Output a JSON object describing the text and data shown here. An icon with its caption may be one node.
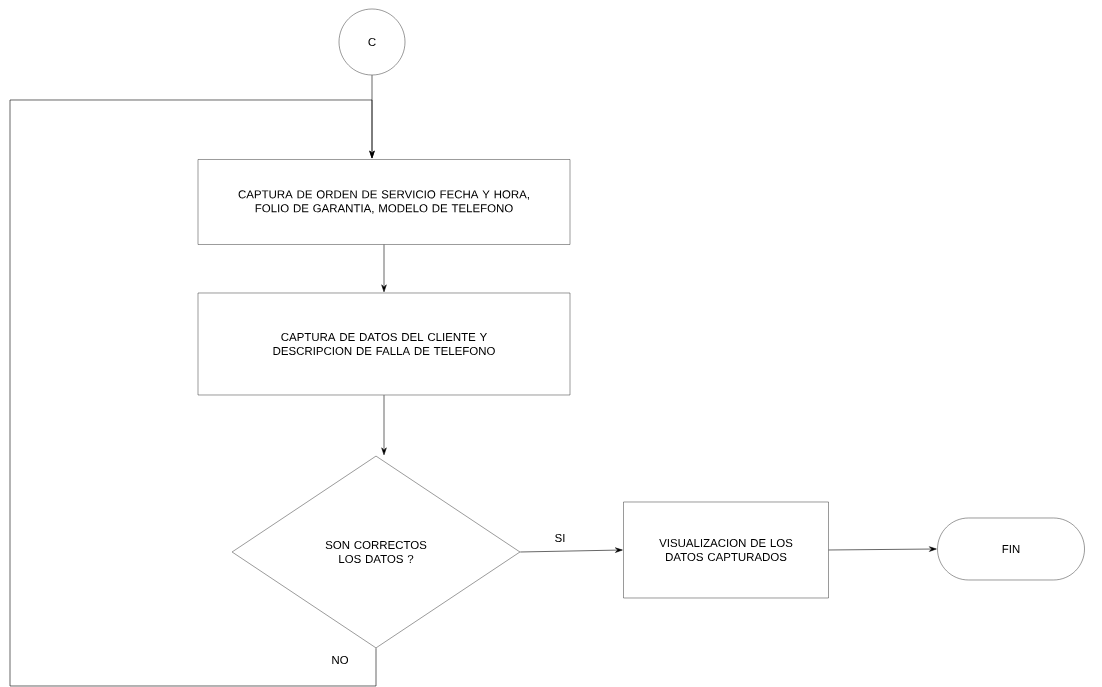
{
  "diagram": {
    "nodes": [
      {
        "text": [
          "C"
        ]
      },
      {
        "text": [
          "CAPTURA DE ORDEN DE SERVICIO FECHA Y HORA, FOLIO DE GARANTIA, MODELO DE TELEFONO"
        ]
      },
      {
        "text": [
          "CAPTURA DE DATOS DEL CLIENTE Y DESCRIPCION DE FALLA DE TELEFONO"
        ]
      },
      {
        "text": [
          "SON CORRECTOS LOS DATOS ?"
        ]
      },
      {
        "text": [
          "VISUALIZACION DE LOS DATOS CAPTURADOS"
        ]
      },
      {
        "text": [
          "FIN"
        ]
      }
    ],
    "edges": [
      {
        "from": 0,
        "to": 1,
        "arrow": "to"
      },
      {
        "from": 1,
        "to": 2,
        "arrow": "to"
      },
      {
        "from": 2,
        "to": 3,
        "arrow": "to"
      },
      {
        "from": 3,
        "to": 4,
        "label": "SI",
        "arrow": "to"
      },
      {
        "from": 4,
        "to": 5,
        "arrow": "to"
      },
      {
        "from": 3,
        "to": 1,
        "label": "NO",
        "arrow": "to"
      }
    ]
  }
}
